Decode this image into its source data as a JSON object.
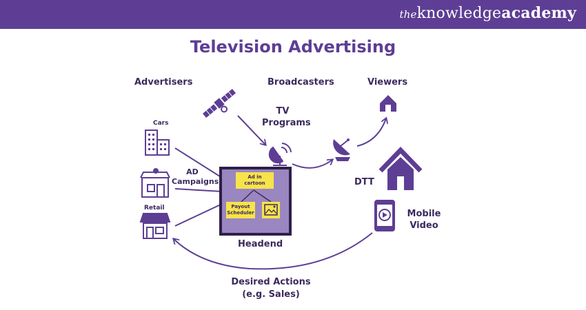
{
  "brand": {
    "prefix": "the",
    "name1": "knowledge",
    "name2": "academy"
  },
  "title": "Television Advertising",
  "labels": {
    "advertisers": "Advertisers",
    "broadcasters": "Broadcasters",
    "viewers": "Viewers",
    "tv_programs_1": "TV",
    "tv_programs_2": "Programs",
    "cars": "Cars",
    "ad_campaigns_1": "AD",
    "ad_campaigns_2": "Campaigns",
    "retail": "Retail",
    "ad_in_cartoon_1": "Ad in",
    "ad_in_cartoon_2": "cartoon",
    "payout_1": "Payout",
    "payout_2": "Scheduler",
    "headend": "Headend",
    "dtt": "DTT",
    "mobile_video_1": "Mobile",
    "mobile_video_2": "Video",
    "desired_1": "Desired Actions",
    "desired_2": "(e.g. Sales)"
  },
  "colors": {
    "purple": "#5d3e94",
    "dark": "#3b2a5e",
    "sticky": "#f7e34a",
    "box": "#9a86c0"
  },
  "icons": [
    "satellite-icon",
    "building-icon",
    "market-icon",
    "store-icon",
    "dish-icon",
    "antenna-icon",
    "house-icon",
    "phone-play-icon",
    "image-icon"
  ]
}
